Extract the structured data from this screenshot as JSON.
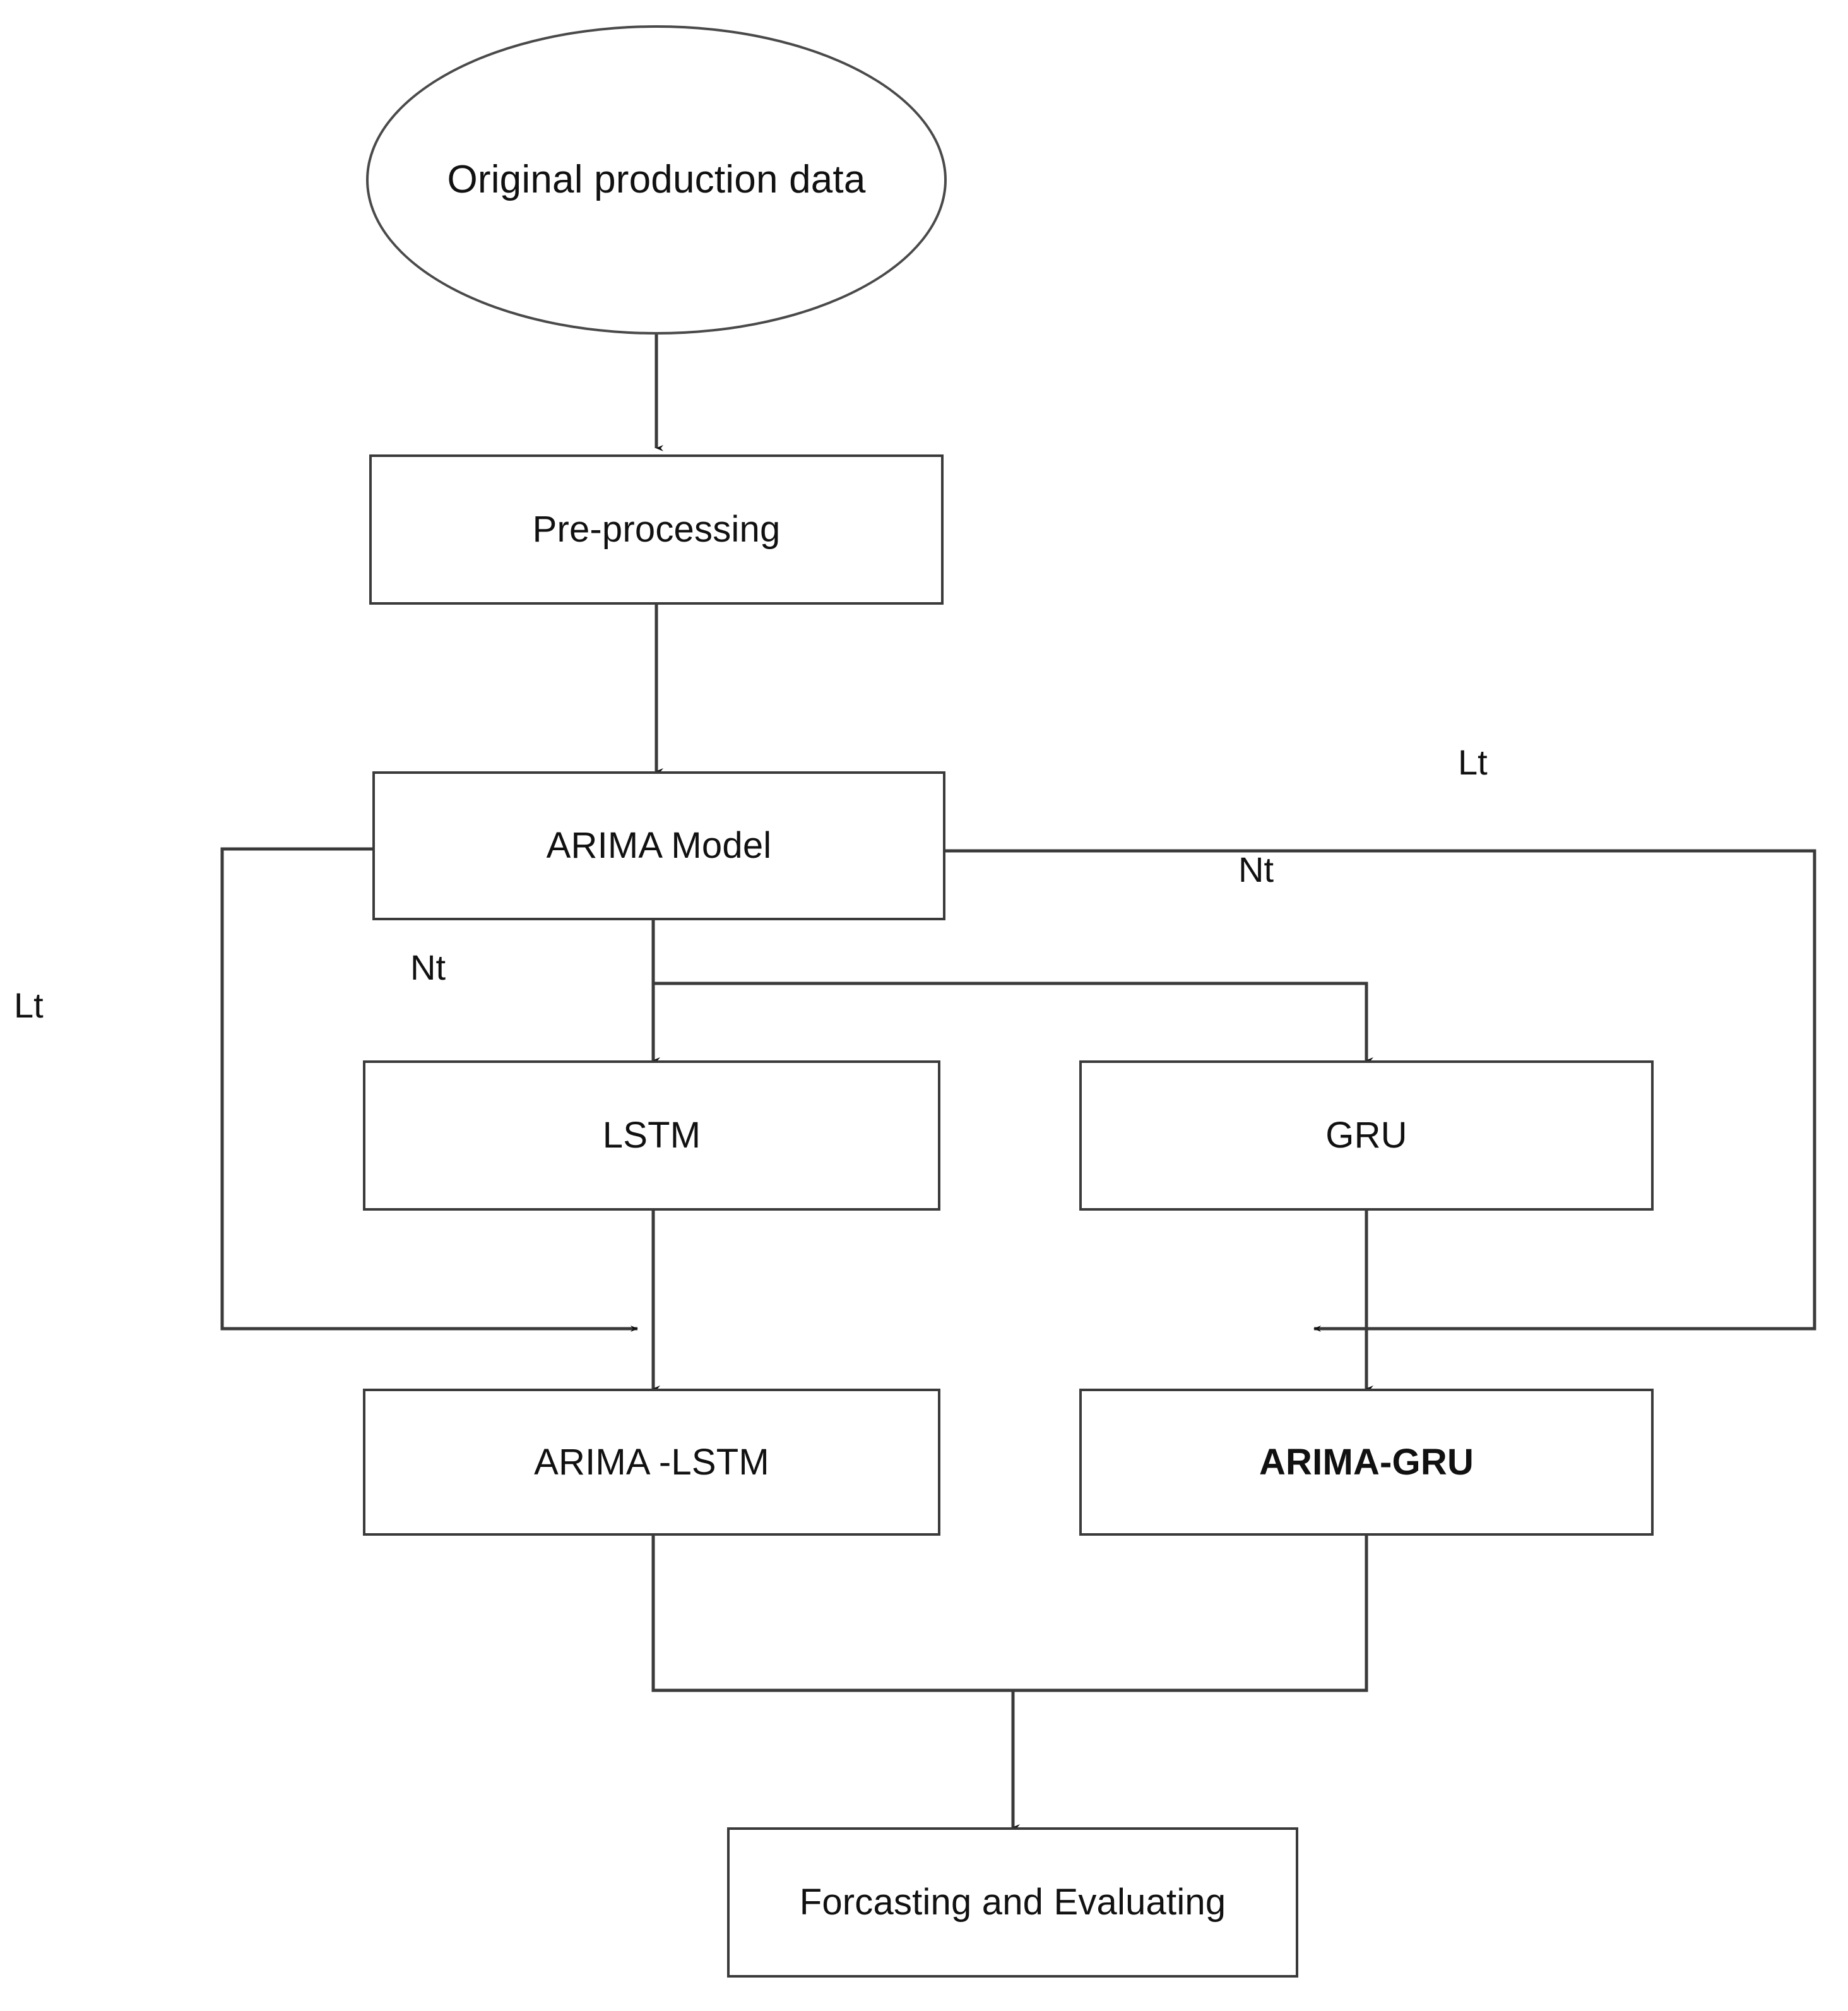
{
  "diagram": {
    "title": "ARIMA hybrid forecasting workflow",
    "type": "flowchart",
    "background_color": "#ffffff",
    "stroke_color": "#3a3a3a",
    "text_color": "#111111"
  },
  "nodes": {
    "original_data": {
      "label": "Original production data",
      "shape": "ellipse"
    },
    "preprocessing": {
      "label": "Pre-processing",
      "shape": "rect"
    },
    "arima_model": {
      "label": "ARIMA Model",
      "shape": "rect"
    },
    "lstm": {
      "label": "LSTM",
      "shape": "rect"
    },
    "gru": {
      "label": "GRU",
      "shape": "rect"
    },
    "arima_lstm": {
      "label": "ARIMA -LSTM",
      "shape": "rect"
    },
    "arima_gru": {
      "label": "ARIMA-GRU",
      "shape": "rect",
      "bold": true
    },
    "forecasting": {
      "label": "Forcasting and Evaluating",
      "shape": "rect"
    }
  },
  "edge_labels": {
    "lt_left": "Lt",
    "nt_left": "Nt",
    "lt_right": "Lt",
    "nt_right": "Nt"
  },
  "edges": [
    {
      "from": "original_data",
      "to": "preprocessing",
      "label": ""
    },
    {
      "from": "preprocessing",
      "to": "arima_model",
      "label": ""
    },
    {
      "from": "arima_model",
      "to": "lstm",
      "label": "Nt"
    },
    {
      "from": "arima_model",
      "to": "gru",
      "label": "Nt"
    },
    {
      "from": "arima_model",
      "to": "arima_lstm",
      "label": "Lt"
    },
    {
      "from": "arima_model",
      "to": "arima_gru",
      "label": "Lt"
    },
    {
      "from": "lstm",
      "to": "arima_lstm",
      "label": ""
    },
    {
      "from": "gru",
      "to": "arima_gru",
      "label": ""
    },
    {
      "from": "arima_lstm",
      "to": "forecasting",
      "label": ""
    },
    {
      "from": "arima_gru",
      "to": "forecasting",
      "label": ""
    }
  ]
}
